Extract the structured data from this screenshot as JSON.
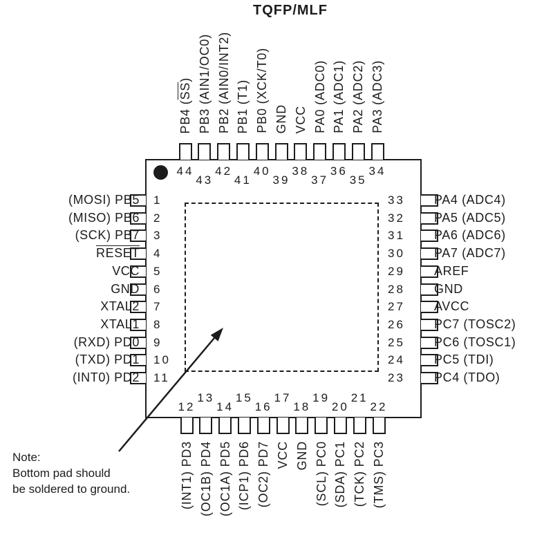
{
  "title": "TQFP/MLF",
  "note": [
    "Note:",
    "Bottom pad should",
    "be soldered to ground."
  ],
  "colors": {
    "ink": "#1c1c1c",
    "background": "#ffffff"
  },
  "package": {
    "name": "TQFP/MLF",
    "pin1_marker": "filled-dot",
    "bottom_pad_outline": "dashed",
    "pins": {
      "top": [
        {
          "num": "44",
          "parts": [
            {
              "t": "PB4 ("
            },
            {
              "t": "SS",
              "overline": true
            },
            {
              "t": ")"
            }
          ]
        },
        {
          "num": "43",
          "parts": [
            {
              "t": "PB3 (AIN1/OC0)"
            }
          ]
        },
        {
          "num": "42",
          "parts": [
            {
              "t": "PB2 (AIN0/INT2)"
            }
          ]
        },
        {
          "num": "41",
          "parts": [
            {
              "t": "PB1 (T1)"
            }
          ]
        },
        {
          "num": "40",
          "parts": [
            {
              "t": "PB0 (XCK/T0)"
            }
          ]
        },
        {
          "num": "39",
          "parts": [
            {
              "t": "GND"
            }
          ]
        },
        {
          "num": "38",
          "parts": [
            {
              "t": "VCC"
            }
          ]
        },
        {
          "num": "37",
          "parts": [
            {
              "t": "PA0 (ADC0)"
            }
          ]
        },
        {
          "num": "36",
          "parts": [
            {
              "t": "PA1 (ADC1)"
            }
          ]
        },
        {
          "num": "35",
          "parts": [
            {
              "t": "PA2 (ADC2)"
            }
          ]
        },
        {
          "num": "34",
          "parts": [
            {
              "t": "PA3 (ADC3)"
            }
          ]
        }
      ],
      "left": [
        {
          "num": "1",
          "parts": [
            {
              "t": "(MOSI) PB5"
            }
          ]
        },
        {
          "num": "2",
          "parts": [
            {
              "t": "(MISO) PB6"
            }
          ]
        },
        {
          "num": "3",
          "parts": [
            {
              "t": "(SCK) PB7"
            }
          ]
        },
        {
          "num": "4",
          "parts": [
            {
              "t": "RESET",
              "overline": true
            }
          ]
        },
        {
          "num": "5",
          "parts": [
            {
              "t": "VCC"
            }
          ]
        },
        {
          "num": "6",
          "parts": [
            {
              "t": "GND"
            }
          ]
        },
        {
          "num": "7",
          "parts": [
            {
              "t": "XTAL2"
            }
          ]
        },
        {
          "num": "8",
          "parts": [
            {
              "t": "XTAL1"
            }
          ]
        },
        {
          "num": "9",
          "parts": [
            {
              "t": "(RXD) PD0"
            }
          ]
        },
        {
          "num": "10",
          "parts": [
            {
              "t": "(TXD) PD1"
            }
          ]
        },
        {
          "num": "11",
          "parts": [
            {
              "t": "(INT0) PD2"
            }
          ]
        }
      ],
      "right": [
        {
          "num": "33",
          "parts": [
            {
              "t": "PA4 (ADC4)"
            }
          ]
        },
        {
          "num": "32",
          "parts": [
            {
              "t": "PA5 (ADC5)"
            }
          ]
        },
        {
          "num": "31",
          "parts": [
            {
              "t": "PA6 (ADC6)"
            }
          ]
        },
        {
          "num": "30",
          "parts": [
            {
              "t": "PA7 (ADC7)"
            }
          ]
        },
        {
          "num": "29",
          "parts": [
            {
              "t": "AREF"
            }
          ]
        },
        {
          "num": "28",
          "parts": [
            {
              "t": "GND"
            }
          ]
        },
        {
          "num": "27",
          "parts": [
            {
              "t": "AVCC"
            }
          ]
        },
        {
          "num": "26",
          "parts": [
            {
              "t": "PC7 (TOSC2)"
            }
          ]
        },
        {
          "num": "25",
          "parts": [
            {
              "t": "PC6 (TOSC1)"
            }
          ]
        },
        {
          "num": "24",
          "parts": [
            {
              "t": "PC5 (TDI)"
            }
          ]
        },
        {
          "num": "23",
          "parts": [
            {
              "t": "PC4 (TDO)"
            }
          ]
        }
      ],
      "bottom": [
        {
          "num": "12",
          "parts": [
            {
              "t": "(INT1) PD3"
            }
          ]
        },
        {
          "num": "13",
          "parts": [
            {
              "t": "(OC1B) PD4"
            }
          ]
        },
        {
          "num": "14",
          "parts": [
            {
              "t": "(OC1A) PD5"
            }
          ]
        },
        {
          "num": "15",
          "parts": [
            {
              "t": "(ICP1) PD6"
            }
          ]
        },
        {
          "num": "16",
          "parts": [
            {
              "t": "(OC2) PD7"
            }
          ]
        },
        {
          "num": "17",
          "parts": [
            {
              "t": "VCC"
            }
          ]
        },
        {
          "num": "18",
          "parts": [
            {
              "t": "GND"
            }
          ]
        },
        {
          "num": "19",
          "parts": [
            {
              "t": "(SCL) PC0"
            }
          ]
        },
        {
          "num": "20",
          "parts": [
            {
              "t": "(SDA) PC1"
            }
          ]
        },
        {
          "num": "21",
          "parts": [
            {
              "t": "(TCK) PC2"
            }
          ]
        },
        {
          "num": "22",
          "parts": [
            {
              "t": "(TMS) PC3"
            }
          ]
        }
      ]
    }
  }
}
